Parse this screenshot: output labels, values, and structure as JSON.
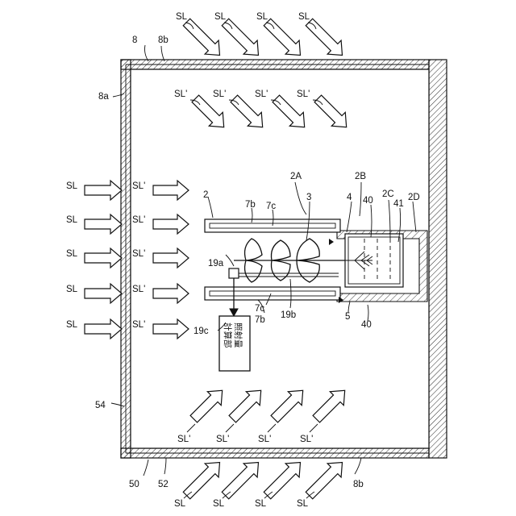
{
  "labels": {
    "sl": "SL",
    "slp": "SL'",
    "n8": "8",
    "n8a": "8a",
    "n8b": "8b",
    "n2": "2",
    "n2A": "2A",
    "n2B": "2B",
    "n2C": "2C",
    "n2D": "2D",
    "n3": "3",
    "n4": "4",
    "n5": "5",
    "n7b": "7b",
    "n7c": "7c",
    "n19a": "19a",
    "n19b": "19b",
    "n19c": "19c",
    "n40": "40",
    "n41": "41",
    "n50": "50",
    "n52": "52",
    "n54": "54"
  },
  "calc_box": {
    "col1": "照射量",
    "col2": "計算部"
  },
  "colors": {
    "line": "#111111",
    "background": "#ffffff",
    "hatch": "#111111"
  }
}
